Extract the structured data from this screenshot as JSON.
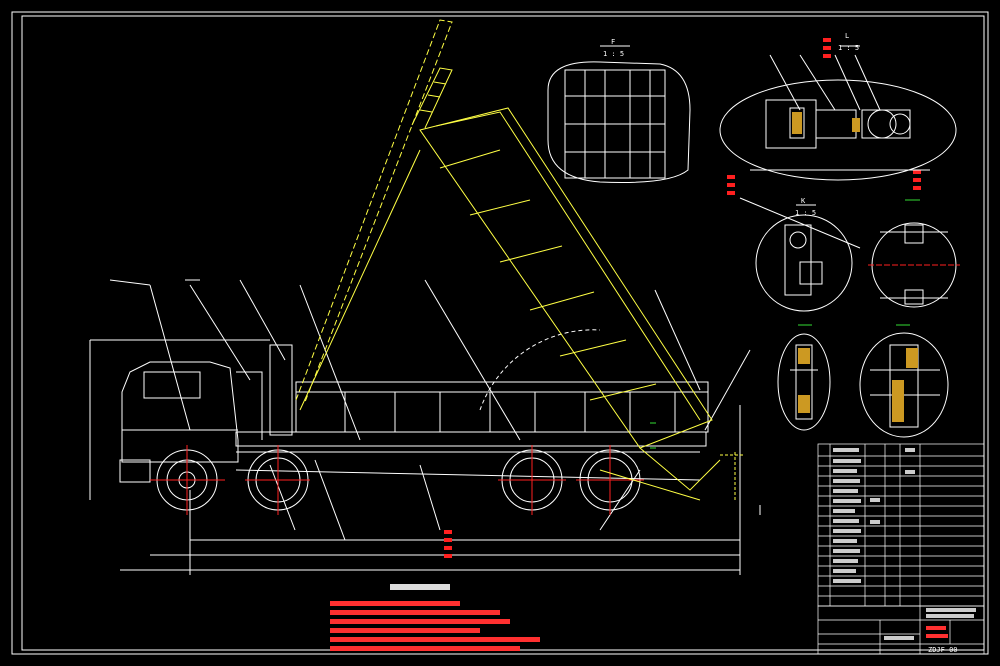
{
  "drawing": {
    "section_labels": {
      "f_view": "F",
      "f_scale": "1 : 5",
      "l_view": "L",
      "l_scale": "1 : 5",
      "k_view": "K",
      "k_scale": "1 : 5"
    },
    "title_block": {
      "drawing_number": "ZDJF-00"
    },
    "colors": {
      "frame": "#ffffff",
      "body": "#ffff44",
      "accent_red": "#ff2020",
      "accent_green": "#33dd33"
    }
  }
}
